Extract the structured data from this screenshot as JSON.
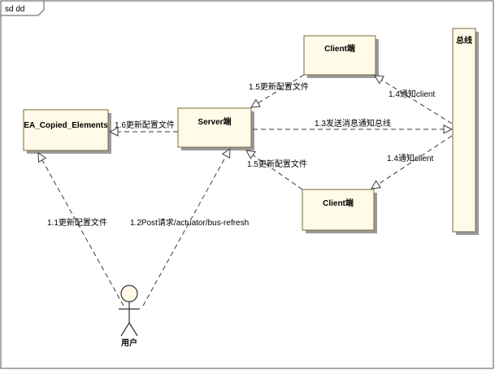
{
  "frame": {
    "title": "sd dd"
  },
  "colors": {
    "box_fill": "#FFFBE8",
    "box_border": "#7a6a3a",
    "line": "#3a3a3a",
    "shadow": "#9a9a9a"
  },
  "nodes": {
    "ea": "EA_Copied_Elements",
    "server": "Server端",
    "client_top": "Client端",
    "client_bottom": "Client端",
    "bus": "总线",
    "actor": "用户"
  },
  "messages": {
    "m11": "1.1更新配置文件",
    "m12": "1.2Post请求/actuator/bus-refresh",
    "m13": "1.3发送消息通知总线",
    "m14_top": "1.4通知client",
    "m14_bottom": "1.4通知client",
    "m15_top": "1.5更新配置文件",
    "m15_bottom": "1.5更新配置文件",
    "m16": "1.6更新配置文件"
  }
}
